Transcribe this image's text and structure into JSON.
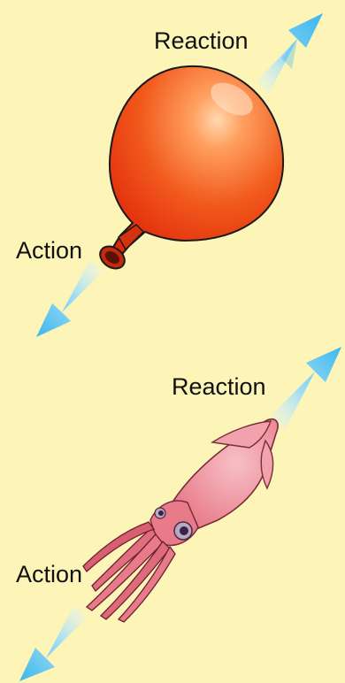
{
  "balloon_diagram": {
    "reaction_label": "Reaction",
    "action_label": "Action"
  },
  "squid_diagram": {
    "reaction_label": "Reaction",
    "action_label": "Action"
  },
  "colors": {
    "background": "#fdf5b8",
    "arrow_head": "#3bb7ee",
    "balloon": "#f04a12",
    "squid": "#e9808c"
  }
}
